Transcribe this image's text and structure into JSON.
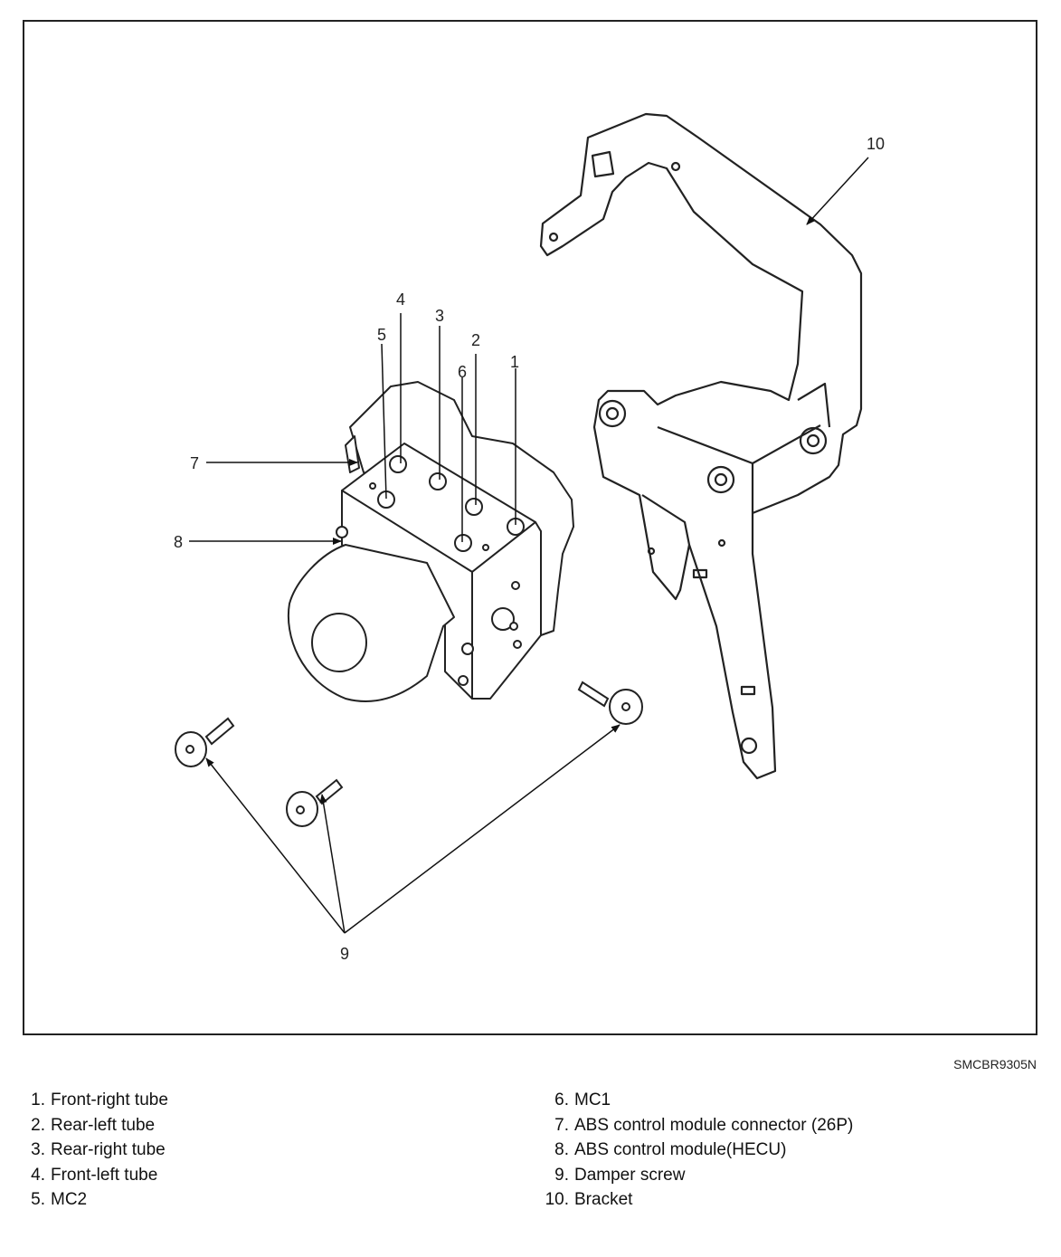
{
  "figure_code": "SMCBR9305N",
  "callouts": [
    "1",
    "2",
    "3",
    "4",
    "5",
    "6",
    "7",
    "8",
    "9",
    "10"
  ],
  "legend_left": [
    {
      "num": "1.",
      "text": "Front-right tube"
    },
    {
      "num": "2.",
      "text": "Rear-left tube"
    },
    {
      "num": "3.",
      "text": "Rear-right tube"
    },
    {
      "num": "4.",
      "text": "Front-left tube"
    },
    {
      "num": "5.",
      "text": "MC2"
    }
  ],
  "legend_right": [
    {
      "num": "6.",
      "text": "MC1"
    },
    {
      "num": "7.",
      "text": "ABS control module connector (26P)"
    },
    {
      "num": "8.",
      "text": "ABS control module(HECU)"
    },
    {
      "num": "9.",
      "text": "Damper screw"
    },
    {
      "num": "10.",
      "text": "Bracket"
    }
  ]
}
